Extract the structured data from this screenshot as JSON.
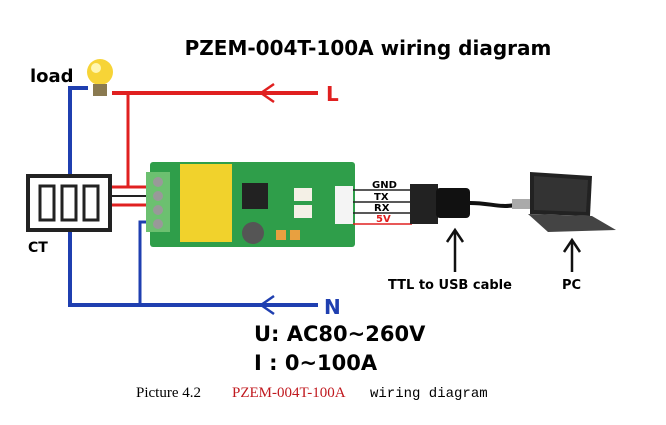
{
  "title": "PZEM-004T-100A wiring diagram",
  "labels": {
    "load": "load",
    "line": "L",
    "neutral": "N",
    "ct": "CT",
    "ttl": "TTL to USB cable",
    "pc": "PC"
  },
  "pins": [
    "GND",
    "TX",
    "RX",
    "5V"
  ],
  "specs": {
    "voltage": "U: AC80~260V",
    "current": "I : 0~100A"
  },
  "caption": {
    "prefix": "Picture 4.2",
    "model": "PZEM-004T-100A",
    "suffix": "wiring diagram"
  },
  "colors": {
    "line": "#e02020",
    "neutral": "#1f3fb0",
    "board": "#2f9e4a",
    "caption_model": "#c0181e"
  }
}
